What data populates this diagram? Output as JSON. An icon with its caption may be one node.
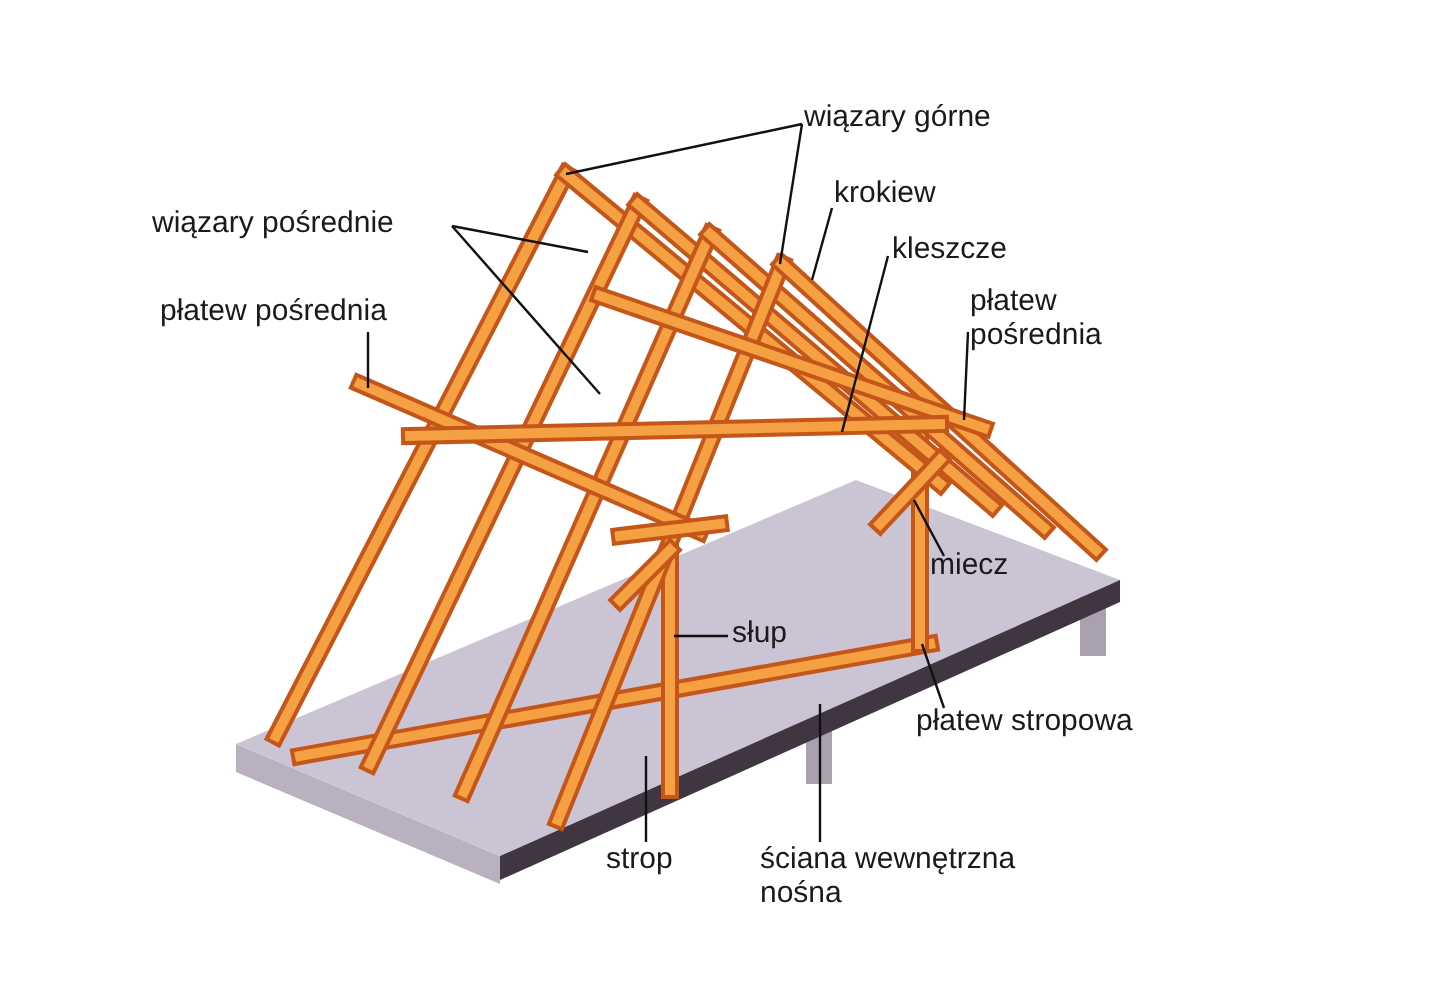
{
  "diagram": {
    "nodes": [
      {
        "text": [
          "wiązary górne"
        ]
      },
      {
        "text": [
          "wiązary pośrednie"
        ]
      },
      {
        "text": [
          "płatew pośrednia"
        ]
      },
      {
        "text": [
          "krokiew"
        ]
      },
      {
        "text": [
          "kleszcze"
        ]
      },
      {
        "text": [
          "płatew pośrednia"
        ]
      },
      {
        "text": [
          "miecz"
        ]
      },
      {
        "text": [
          "słup"
        ]
      },
      {
        "text": [
          "płatew stropowa"
        ]
      },
      {
        "text": [
          "strop"
        ]
      },
      {
        "text": [
          "ściana wewnętrzna nośna"
        ]
      }
    ],
    "edges": [
      {
        "from": 0,
        "to": null,
        "arrow": "none"
      },
      {
        "from": 0,
        "to": null,
        "arrow": "none"
      },
      {
        "from": 1,
        "to": null,
        "arrow": "none"
      },
      {
        "from": 1,
        "to": null,
        "arrow": "none"
      },
      {
        "from": 2,
        "to": null,
        "arrow": "none"
      },
      {
        "from": 3,
        "to": null,
        "arrow": "none"
      },
      {
        "from": 4,
        "to": null,
        "arrow": "none"
      },
      {
        "from": 5,
        "to": null,
        "arrow": "none"
      },
      {
        "from": 6,
        "to": null,
        "arrow": "none"
      },
      {
        "from": 7,
        "to": null,
        "arrow": "none"
      },
      {
        "from": 8,
        "to": null,
        "arrow": "none"
      },
      {
        "from": 9,
        "to": null,
        "arrow": "none"
      },
      {
        "from": 10,
        "to": null,
        "arrow": "none"
      }
    ]
  }
}
